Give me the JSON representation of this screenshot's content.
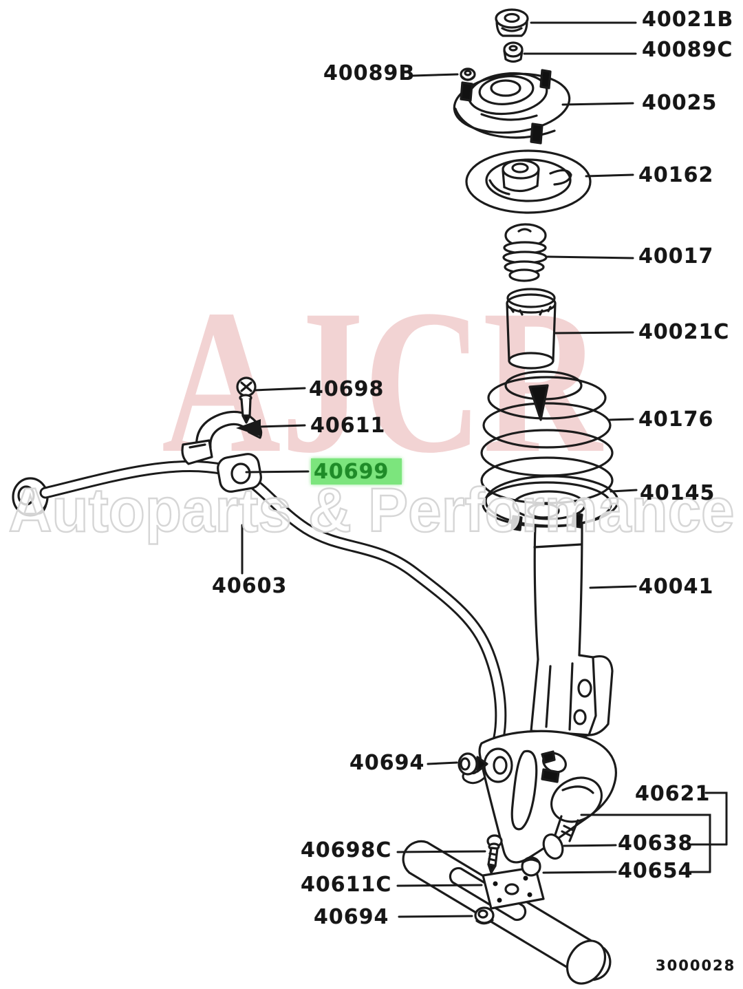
{
  "diagram": {
    "title": "front-suspension-exploded-parts-diagram",
    "drawing_number": "3000028",
    "watermark": {
      "line1": "AJCR",
      "line2": "Autoparts & Performance"
    },
    "highlight": {
      "part": "40699",
      "bg": "#7ce57d",
      "text_color": "#1f8c28"
    },
    "labels": [
      {
        "id": "40021B",
        "text": "40021B"
      },
      {
        "id": "40089C",
        "text": "40089C"
      },
      {
        "id": "40089B",
        "text": "40089B"
      },
      {
        "id": "40025",
        "text": "40025"
      },
      {
        "id": "40162",
        "text": "40162"
      },
      {
        "id": "40017",
        "text": "40017"
      },
      {
        "id": "40021C",
        "text": "40021C"
      },
      {
        "id": "40176",
        "text": "40176"
      },
      {
        "id": "40145",
        "text": "40145"
      },
      {
        "id": "40041",
        "text": "40041"
      },
      {
        "id": "40698",
        "text": "40698"
      },
      {
        "id": "40611",
        "text": "40611"
      },
      {
        "id": "40699",
        "text": "40699"
      },
      {
        "id": "40603",
        "text": "40603"
      },
      {
        "id": "40694-upper",
        "text": "40694"
      },
      {
        "id": "40621",
        "text": "40621"
      },
      {
        "id": "40638",
        "text": "40638"
      },
      {
        "id": "40654",
        "text": "40654"
      },
      {
        "id": "40698C",
        "text": "40698C"
      },
      {
        "id": "40611C",
        "text": "40611C"
      },
      {
        "id": "40694-lower",
        "text": "40694"
      }
    ],
    "colors": {
      "line": "#1a1a1a",
      "background": "#ffffff",
      "watermark_pink": "#f2d3d3",
      "watermark_grey": "#d6d6d6",
      "highlight_green": "#7ce57d"
    }
  }
}
